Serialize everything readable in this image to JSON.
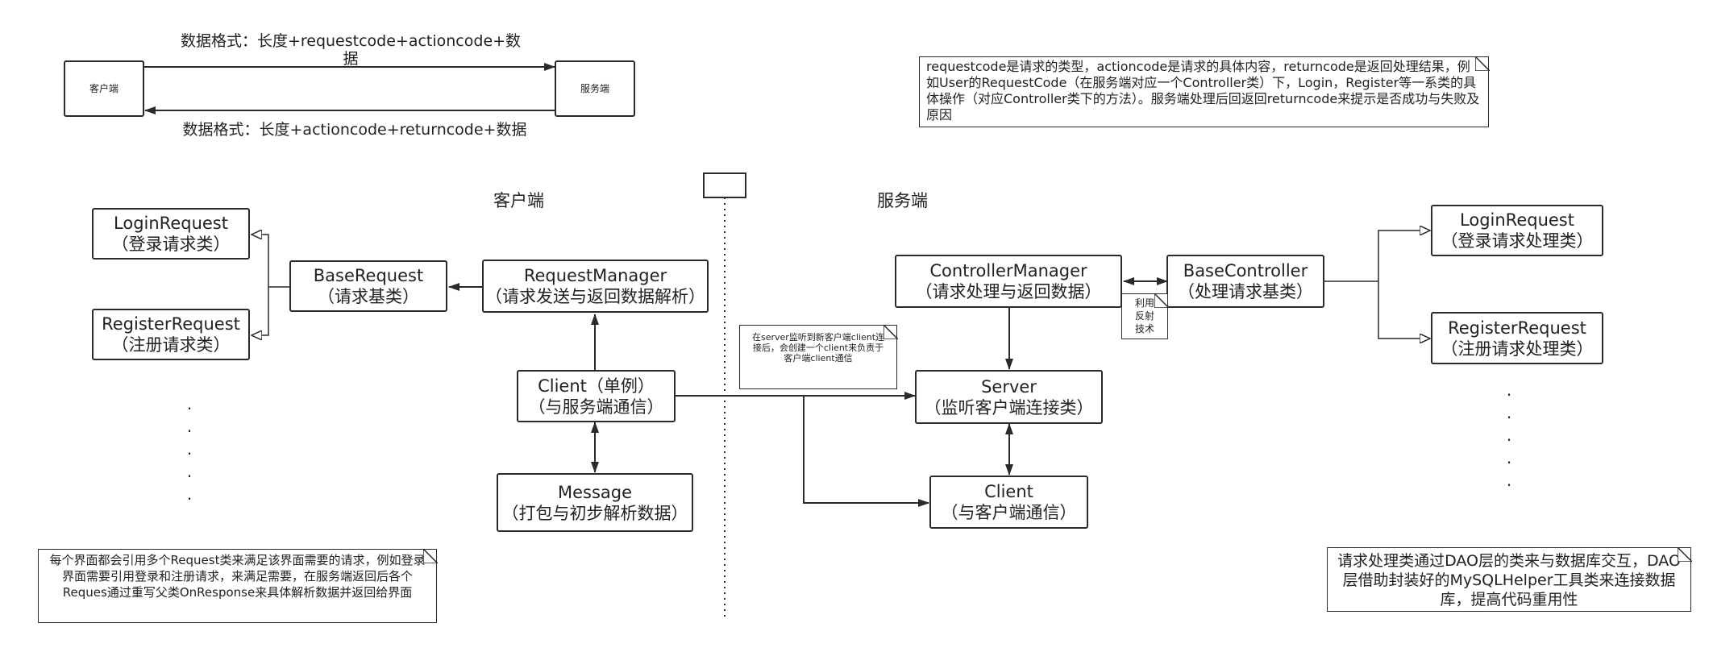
{
  "top": {
    "client_label": "客户端",
    "server_label": "服务端",
    "request_format": "数据格式：长度+requestcode+actioncode+数据",
    "response_format": "数据格式：长度+actioncode+returncode+数据"
  },
  "notes": {
    "codes": "requestcode是请求的类型，actioncode是请求的具体内容，returncode是返回处理结果，例如User的RequestCode（在服务端对应一个Controller类）下，Login，Register等一系类的具体操作（对应Controller类下的方法）。服务端处理后回返回returncode来提示是否成功与失败及原因",
    "server_listen": "在server监听到新客户端client连接后，会创建一个client来负责于客户端client通信",
    "client_requests": "每个界面都会引用多个Request类来满足该界面需要的请求，例如登录界面需要引用登录和注册请求，来满足需要，在服务端返回后各个Reques通过重写父类OnResponse来具体解析数据并返回给界面",
    "dao": "请求处理类通过DAO层的类来与数据库交互，DAO层借助封装好的MySQLHelper工具类来连接数据库，提高代码重用性",
    "reflection": "利用反射技术"
  },
  "sections": {
    "client": "客户端",
    "server": "服务端"
  },
  "client": {
    "login_request": {
      "name": "LoginRequest",
      "desc": "（登录请求类）"
    },
    "register_request": {
      "name": "RegisterRequest",
      "desc": "（注册请求类）"
    },
    "base_request": {
      "name": "BaseRequest",
      "desc": "（请求基类）"
    },
    "request_manager": {
      "name": "RequestManager",
      "desc": "（请求发送与返回数据解析）"
    },
    "client": {
      "name": "Client（单例）",
      "desc": "（与服务端通信）"
    },
    "message": {
      "name": "Message",
      "desc": "（打包与初步解析数据）"
    },
    "dots": ".\n.\n.\n.\n."
  },
  "server": {
    "controller_manager": {
      "name": "ControllerManager",
      "desc": "（请求处理与返回数据）"
    },
    "base_controller": {
      "name": "BaseController",
      "desc": "（处理请求基类）"
    },
    "login_request": {
      "name": "LoginRequest",
      "desc": "（登录请求处理类）"
    },
    "register_request": {
      "name": "RegisterRequest",
      "desc": "（注册请求处理类）"
    },
    "server": {
      "name": "Server",
      "desc": "（监听客户端连接类）"
    },
    "client": {
      "name": "Client",
      "desc": "（与客户端通信）"
    },
    "dots": ".\n.\n.\n.\n."
  }
}
